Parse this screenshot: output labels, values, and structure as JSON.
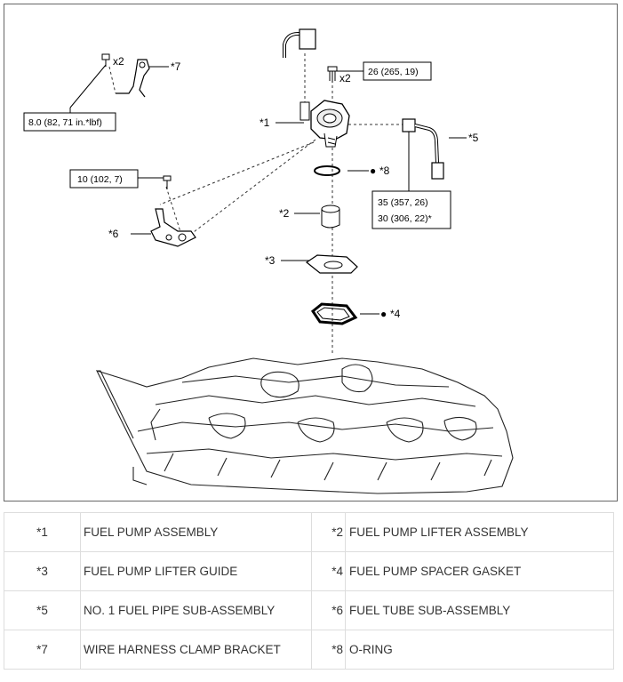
{
  "diagram": {
    "callouts": {
      "c1": "*1",
      "c2": "*2",
      "c3": "*3",
      "c4": "*4",
      "c5": "*5",
      "c6": "*6",
      "c7": "*7",
      "c8": "*8"
    },
    "torque": {
      "t1": "8.0 (82, 71 in.*lbf)",
      "t2": "26 (265, 19)",
      "t3": "10 (102, 7)",
      "t4a": "35 (357, 26)",
      "t4b": "30 (306, 22)*"
    },
    "qty": {
      "q1": "x2",
      "q2": "x2"
    },
    "bullets": {
      "b8": "●",
      "b4": "●"
    }
  },
  "legend": [
    {
      "code_a": "*1",
      "name_a": "FUEL PUMP ASSEMBLY",
      "code_b": "*2",
      "name_b": "FUEL PUMP LIFTER ASSEMBLY"
    },
    {
      "code_a": "*3",
      "name_a": "FUEL PUMP LIFTER GUIDE",
      "code_b": "*4",
      "name_b": "FUEL PUMP SPACER GASKET"
    },
    {
      "code_a": "*5",
      "name_a": "NO. 1 FUEL PIPE SUB-ASSEMBLY",
      "code_b": "*6",
      "name_b": "FUEL TUBE SUB-ASSEMBLY"
    },
    {
      "code_a": "*7",
      "name_a": "WIRE HARNESS CLAMP BRACKET",
      "code_b": "*8",
      "name_b": "O-RING"
    }
  ]
}
